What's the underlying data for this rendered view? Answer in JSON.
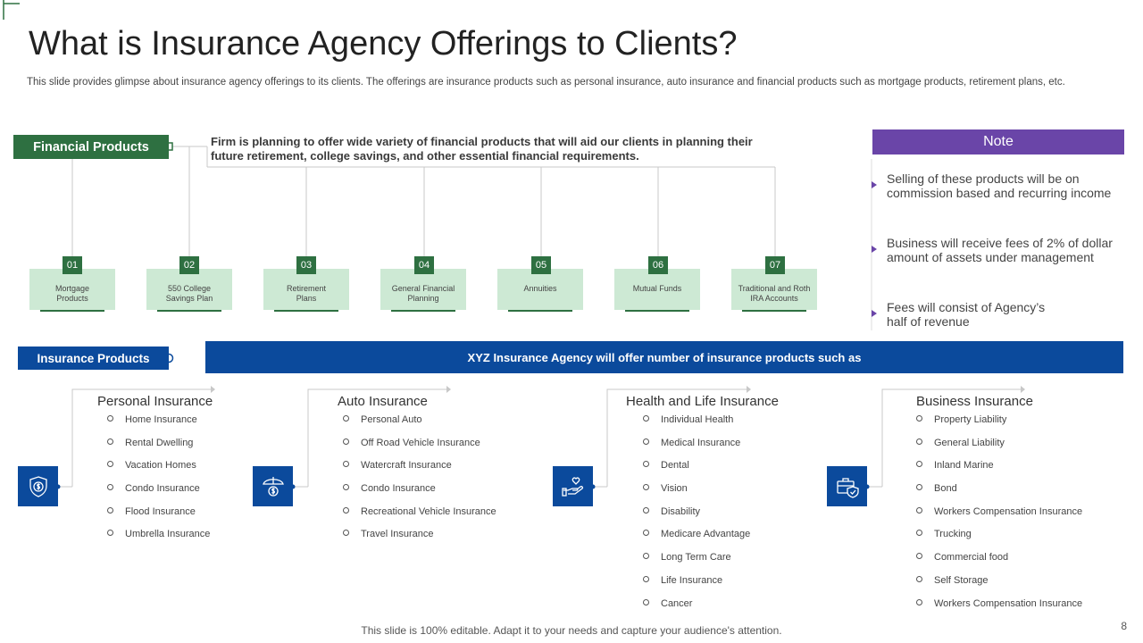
{
  "title": "What is Insurance Agency Offerings to Clients?",
  "subtitle": "This slide provides glimpse about insurance agency offerings to its clients. The offerings are insurance products such as personal insurance, auto insurance and financial products such as mortgage products, retirement plans, etc.",
  "financial": {
    "label": "Financial Products",
    "description": "Firm is planning to offer wide variety of financial products that will aid our clients in planning their future retirement, college savings, and other essential financial requirements.",
    "items": [
      {
        "num": "01",
        "label": "Mortgage Products"
      },
      {
        "num": "02",
        "label": "550 College Savings Plan"
      },
      {
        "num": "03",
        "label": "Retirement Plans"
      },
      {
        "num": "04",
        "label": "General Financial Planning"
      },
      {
        "num": "05",
        "label": "Annuities"
      },
      {
        "num": "06",
        "label": "Mutual Funds"
      },
      {
        "num": "07",
        "label": "Traditional and Roth IRA Accounts"
      }
    ]
  },
  "note": {
    "header": "Note",
    "items": [
      "Selling of these products will be on commission based and recurring income",
      "Business will receive fees of 2% of dollar amount of assets under management",
      "Fees will consist of Agency’s half of revenue"
    ]
  },
  "insurance": {
    "label": "Insurance Products",
    "banner": "XYZ Insurance Agency will offer number of insurance products such as",
    "categories": [
      {
        "title": "Personal Insurance",
        "icon": "shield-dollar-icon",
        "items": [
          "Home Insurance",
          "Rental Dwelling",
          "Vacation Homes",
          "Condo Insurance",
          "Flood Insurance",
          "Umbrella Insurance"
        ]
      },
      {
        "title": "Auto Insurance",
        "icon": "umbrella-dollar-icon",
        "items": [
          "Personal Auto",
          "Off Road Vehicle Insurance",
          "Watercraft Insurance",
          "Condo Insurance",
          "Recreational Vehicle Insurance",
          "Travel Insurance"
        ]
      },
      {
        "title": "Health and Life Insurance",
        "icon": "heart-hand-icon",
        "items": [
          "Individual Health",
          "Medical Insurance",
          "Dental",
          "Vision",
          "Disability",
          "Medicare Advantage",
          "Long Term Care",
          "Life Insurance",
          "Cancer"
        ]
      },
      {
        "title": "Business Insurance",
        "icon": "briefcase-shield-icon",
        "items": [
          "Property Liability",
          "General Liability",
          "Inland Marine",
          "Bond",
          "Workers Compensation Insurance",
          "Trucking",
          "Commercial food",
          "Self Storage",
          "Workers Compensation Insurance"
        ]
      }
    ]
  },
  "footer": "This slide is 100% editable. Adapt it to your needs and capture your audience's attention.",
  "page_number": "8",
  "colors": {
    "green": "#2e7041",
    "light_green": "#cde9d4",
    "purple": "#6a45a8",
    "blue": "#0b4a9c"
  }
}
